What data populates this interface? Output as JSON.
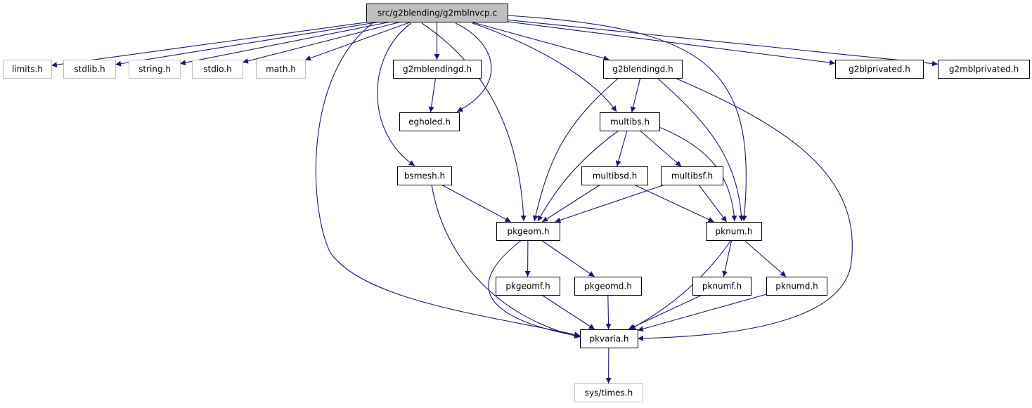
{
  "colors": {
    "edge": "#191970",
    "border_project": "#000000",
    "border_external": "#bfbfbf",
    "fill_root": "#bfbfbf",
    "fill_node": "#ffffff"
  },
  "nodes": [
    {
      "id": "root",
      "label": "src/g2blending/g2mblnvcp.c",
      "kind": "root"
    },
    {
      "id": "limits",
      "label": "limits.h",
      "kind": "external"
    },
    {
      "id": "stdlib",
      "label": "stdlib.h",
      "kind": "external"
    },
    {
      "id": "string",
      "label": "string.h",
      "kind": "external"
    },
    {
      "id": "stdio",
      "label": "stdio.h",
      "kind": "external"
    },
    {
      "id": "math",
      "label": "math.h",
      "kind": "external"
    },
    {
      "id": "g2mblendingd",
      "label": "g2mblendingd.h",
      "kind": "project"
    },
    {
      "id": "g2blendingd",
      "label": "g2blendingd.h",
      "kind": "project"
    },
    {
      "id": "g2blprivated",
      "label": "g2blprivated.h",
      "kind": "project"
    },
    {
      "id": "g2mblprivated",
      "label": "g2mblprivated.h",
      "kind": "project"
    },
    {
      "id": "egholed",
      "label": "egholed.h",
      "kind": "project"
    },
    {
      "id": "multibs",
      "label": "multibs.h",
      "kind": "project"
    },
    {
      "id": "bsmesh",
      "label": "bsmesh.h",
      "kind": "project"
    },
    {
      "id": "multibsd",
      "label": "multibsd.h",
      "kind": "project"
    },
    {
      "id": "multibsf",
      "label": "multibsf.h",
      "kind": "project"
    },
    {
      "id": "pkgeom",
      "label": "pkgeom.h",
      "kind": "project"
    },
    {
      "id": "pknum",
      "label": "pknum.h",
      "kind": "project"
    },
    {
      "id": "pkgeomf",
      "label": "pkgeomf.h",
      "kind": "project"
    },
    {
      "id": "pkgeomd",
      "label": "pkgeomd.h",
      "kind": "project"
    },
    {
      "id": "pknumf",
      "label": "pknumf.h",
      "kind": "project"
    },
    {
      "id": "pknumd",
      "label": "pknumd.h",
      "kind": "project"
    },
    {
      "id": "pkvaria",
      "label": "pkvaria.h",
      "kind": "project"
    },
    {
      "id": "systimes",
      "label": "sys/times.h",
      "kind": "external"
    }
  ],
  "edges": [
    {
      "from": "root",
      "to": "limits"
    },
    {
      "from": "root",
      "to": "stdlib"
    },
    {
      "from": "root",
      "to": "string"
    },
    {
      "from": "root",
      "to": "stdio"
    },
    {
      "from": "root",
      "to": "math"
    },
    {
      "from": "root",
      "to": "g2mblendingd"
    },
    {
      "from": "root",
      "to": "g2blendingd"
    },
    {
      "from": "root",
      "to": "g2blprivated"
    },
    {
      "from": "root",
      "to": "g2mblprivated"
    },
    {
      "from": "root",
      "to": "egholed"
    },
    {
      "from": "root",
      "to": "bsmesh"
    },
    {
      "from": "root",
      "to": "pkgeom"
    },
    {
      "from": "root",
      "to": "multibs"
    },
    {
      "from": "root",
      "to": "pknum"
    },
    {
      "from": "root",
      "to": "pkvaria"
    },
    {
      "from": "g2mblendingd",
      "to": "egholed"
    },
    {
      "from": "g2blendingd",
      "to": "multibs"
    },
    {
      "from": "g2blendingd",
      "to": "pkgeom"
    },
    {
      "from": "g2blendingd",
      "to": "pknum"
    },
    {
      "from": "g2blendingd",
      "to": "pkvaria"
    },
    {
      "from": "multibs",
      "to": "multibsd"
    },
    {
      "from": "multibs",
      "to": "multibsf"
    },
    {
      "from": "multibs",
      "to": "pkgeom"
    },
    {
      "from": "multibs",
      "to": "pknum"
    },
    {
      "from": "bsmesh",
      "to": "pkgeom"
    },
    {
      "from": "bsmesh",
      "to": "pkvaria"
    },
    {
      "from": "multibsd",
      "to": "pkgeom"
    },
    {
      "from": "multibsd",
      "to": "pknum"
    },
    {
      "from": "multibsf",
      "to": "pkgeom"
    },
    {
      "from": "multibsf",
      "to": "pknum"
    },
    {
      "from": "pkgeom",
      "to": "pkgeomf"
    },
    {
      "from": "pkgeom",
      "to": "pkgeomd"
    },
    {
      "from": "pkgeom",
      "to": "pkvaria"
    },
    {
      "from": "pknum",
      "to": "pknumf"
    },
    {
      "from": "pknum",
      "to": "pknumd"
    },
    {
      "from": "pknum",
      "to": "pkvaria"
    },
    {
      "from": "pkgeomf",
      "to": "pkvaria"
    },
    {
      "from": "pkgeomd",
      "to": "pkvaria"
    },
    {
      "from": "pknumf",
      "to": "pkvaria"
    },
    {
      "from": "pknumd",
      "to": "pkvaria"
    },
    {
      "from": "pkvaria",
      "to": "systimes"
    }
  ]
}
